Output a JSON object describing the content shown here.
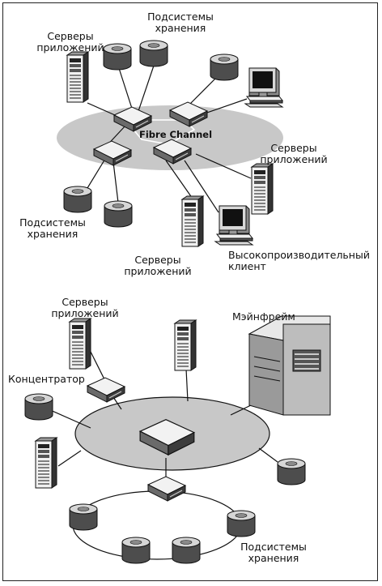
{
  "diagram1": {
    "ring_label": "Fibre Channel",
    "labels": {
      "app_servers_top_left": [
        "Серверы",
        "приложений"
      ],
      "storage_top": [
        "Подсистемы",
        "хранения"
      ],
      "app_servers_right": [
        "Серверы",
        "приложений"
      ],
      "storage_left": [
        "Подсистемы",
        "хранения"
      ],
      "app_servers_bottom": [
        "Серверы",
        "приложений"
      ],
      "hp_client": [
        "Высокопроизводительный",
        "клиент"
      ]
    }
  },
  "diagram2": {
    "labels": {
      "app_servers": [
        "Серверы",
        "приложений"
      ],
      "mainframe": "Мэйнфрейм",
      "hub": "Концентратор",
      "storage": [
        "Подсистемы",
        "хранения"
      ]
    }
  },
  "colors": {
    "ring_fill": "#c8c8c8",
    "device_dark": "#505050",
    "device_light": "#e6e6e6",
    "line": "#111111"
  }
}
